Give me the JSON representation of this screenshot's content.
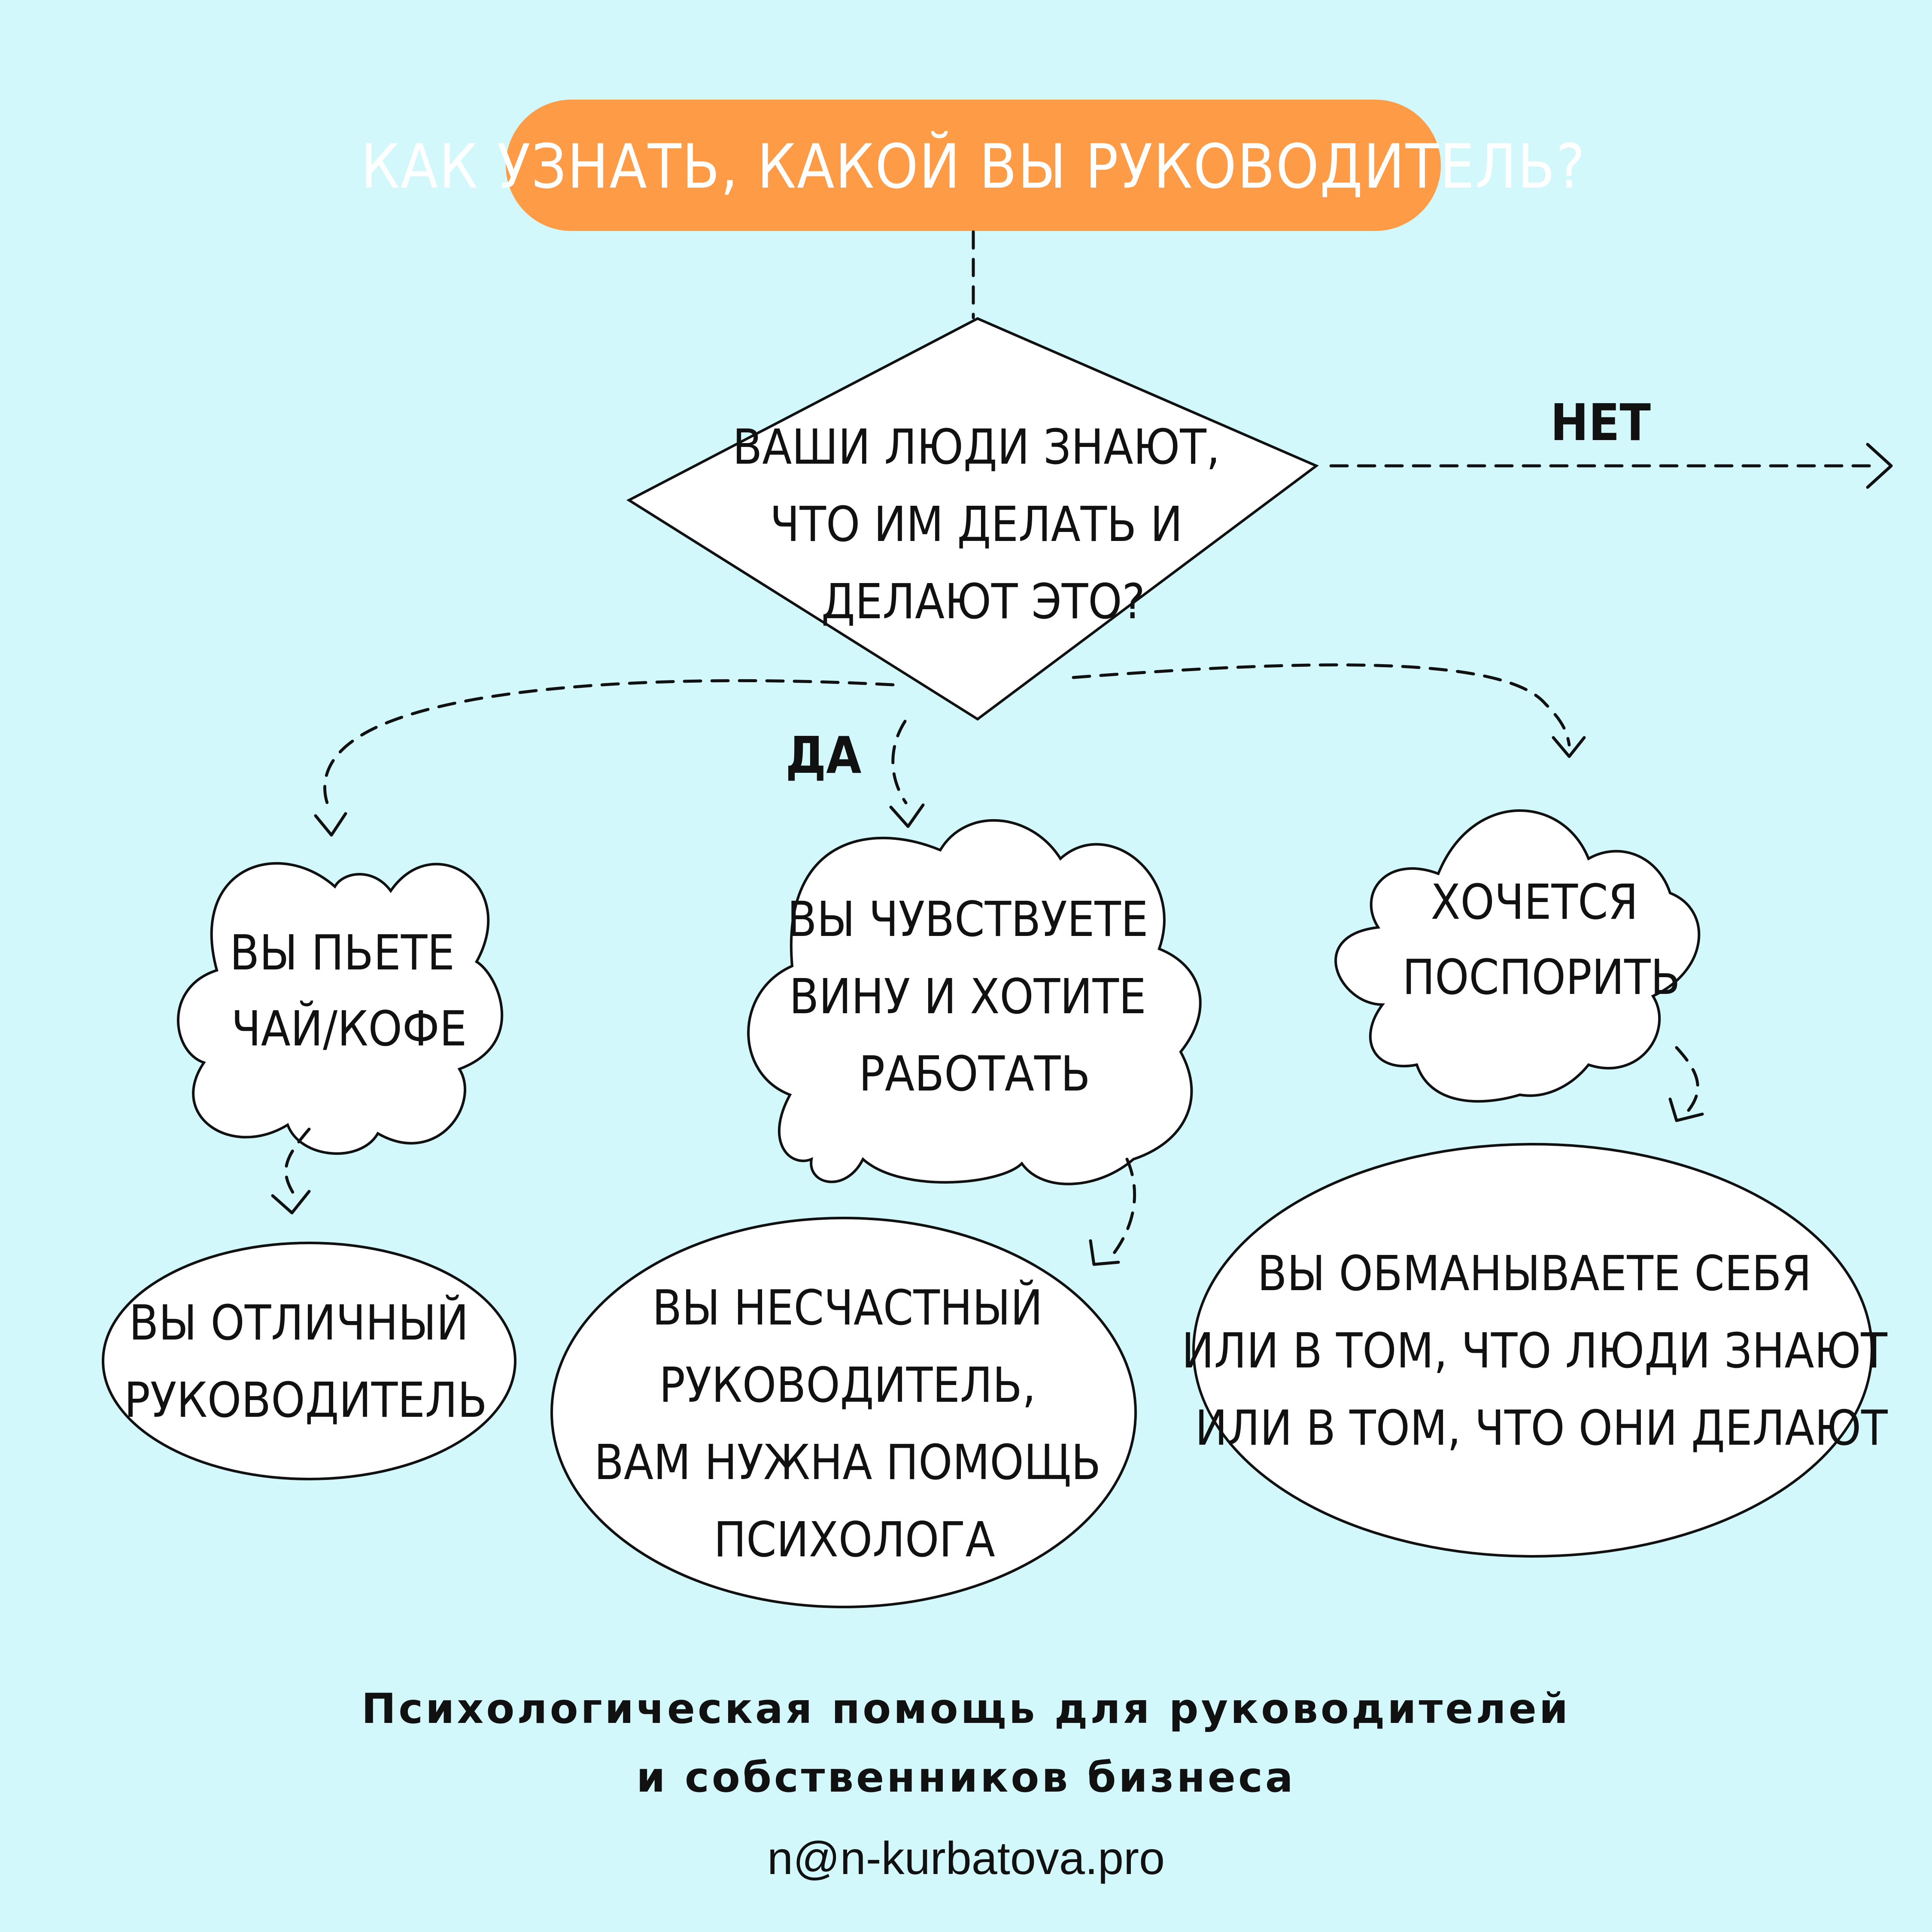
{
  "colors": {
    "background": "#d3f8fc",
    "title_fill": "#fe9b47",
    "shape_fill": "#ffffff",
    "stroke": "#111111"
  },
  "title": "КАК УЗНАТЬ, КАКОЙ ВЫ РУКОВОДИТЕЛЬ?",
  "question": {
    "lines": [
      "ВАШИ ЛЮДИ ЗНАЮТ,",
      "ЧТО ИМ ДЕЛАТЬ И",
      "ДЕЛАЮТ ЭТО?"
    ]
  },
  "edge_labels": {
    "no": "НЕТ",
    "yes": "ДА"
  },
  "clouds": [
    {
      "id": "tea",
      "lines": [
        "ВЫ ПЬЕТЕ",
        "ЧАЙ/КОФЕ"
      ]
    },
    {
      "id": "guilt",
      "lines": [
        "ВЫ ЧУВСТВУЕТЕ",
        "ВИНУ И ХОТИТЕ",
        "РАБОТАТЬ"
      ]
    },
    {
      "id": "argue",
      "lines": [
        "ХОЧЕТСЯ",
        "ПОСПОРИТЬ"
      ]
    }
  ],
  "results": [
    {
      "id": "excellent",
      "lines": [
        "ВЫ ОТЛИЧНЫЙ",
        "РУКОВОДИТЕЛЬ"
      ]
    },
    {
      "id": "unhappy",
      "lines": [
        "ВЫ НЕСЧАСТНЫЙ",
        "РУКОВОДИТЕЛЬ,",
        "ВАМ НУЖНА ПОМОЩЬ",
        "ПСИХОЛОГА"
      ]
    },
    {
      "id": "deceive",
      "lines": [
        "ВЫ ОБМАНЫВАЕТЕ СЕБЯ",
        "ИЛИ В ТОМ, ЧТО ЛЮДИ ЗНАЮТ",
        "ИЛИ В ТОМ, ЧТО ОНИ ДЕЛАЮТ"
      ]
    }
  ],
  "footer": {
    "line1": "Психологическая помощь для руководителей",
    "line2": "и собственников бизнеса",
    "email": "n@n-kurbatova.pro"
  }
}
